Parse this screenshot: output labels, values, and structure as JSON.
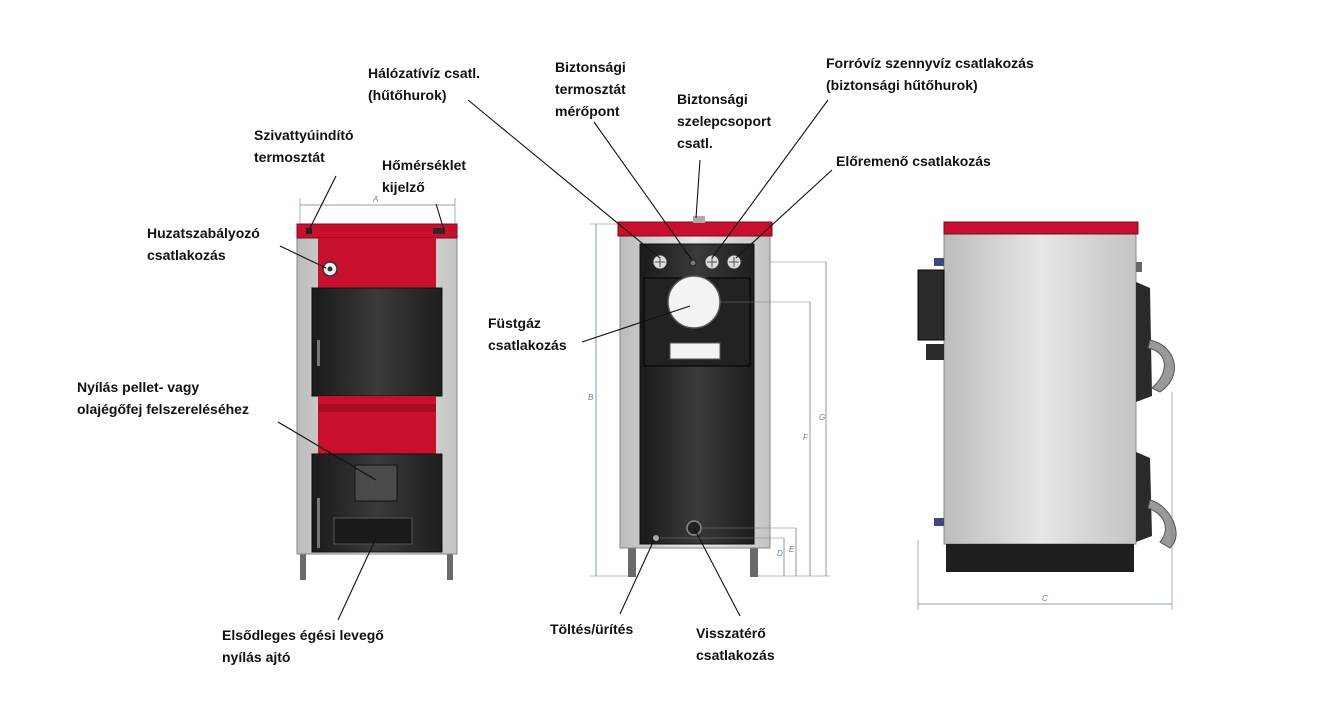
{
  "labels": {
    "szivattyu": "Szivattyúindító\ntermosztát",
    "homerseklet": "Hőmérséklet\nkijelző",
    "huzat": "Huzatszabályozó\ncsatlakozás",
    "nyilas": "Nyílás pellet- vagy\nolajégőfej felszereléséhez",
    "elsodleges": "Elsődleges égési levegő\nnyílás ajtó",
    "halozati": "Hálózatívíz csatl.\n(hűtőhurok)",
    "bizt_termosztat": "Biztonsági\ntermosztát\nmérőpont",
    "bizt_szelep": "Biztonsági\nszelepcsoport\ncsatl.",
    "forroviz": "Forróvíz szennyvíz csatlakozás\n(biztonsági hűtőhurok)",
    "eloremeno": "Előremenő csatlakozás",
    "fustgaz": "Füstgáz\ncsatlakozás",
    "toltes": "Töltés/ürítés",
    "visszatero": "Visszatérő\ncsatlakozás"
  },
  "dimensions": {
    "a": "A",
    "b": "B",
    "c": "C",
    "d": "D",
    "e": "E",
    "f": "F",
    "g": "G"
  },
  "colors": {
    "red": "#c8102e",
    "dark": "#2a2a2a",
    "steel": "#d9d9d9",
    "dimension_line": "#6a7fa0"
  }
}
